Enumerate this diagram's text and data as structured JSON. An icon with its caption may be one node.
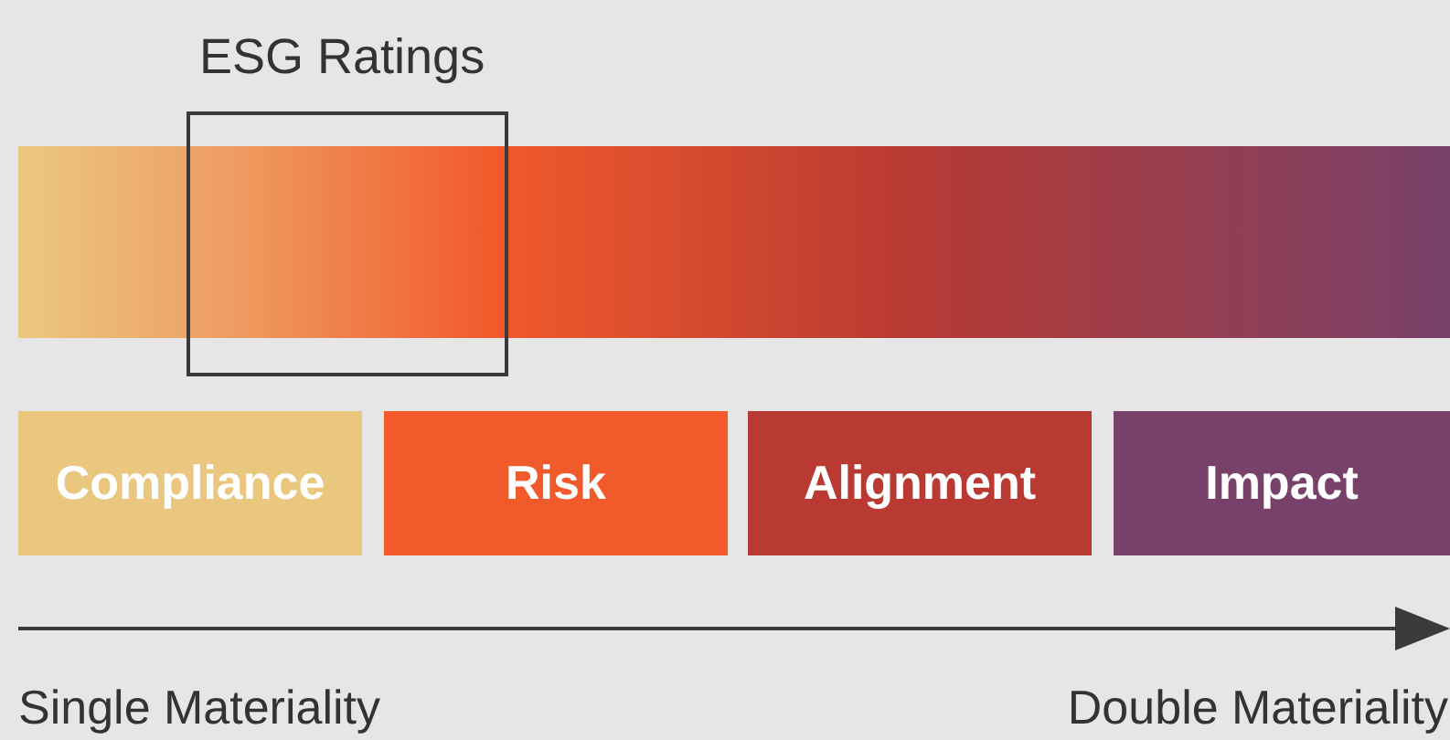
{
  "diagram": {
    "nodes": [
      {
        "text": [
          "ESG Ratings"
        ]
      },
      {
        "text": [],
        "shape": "bar"
      },
      {
        "text": [
          "Compliance"
        ]
      },
      {
        "text": [
          "Risk"
        ]
      },
      {
        "text": [
          "Alignment"
        ]
      },
      {
        "text": [
          "Impact"
        ]
      }
    ],
    "labels": [
      "Single Materiality",
      "Double Materiality"
    ]
  }
}
